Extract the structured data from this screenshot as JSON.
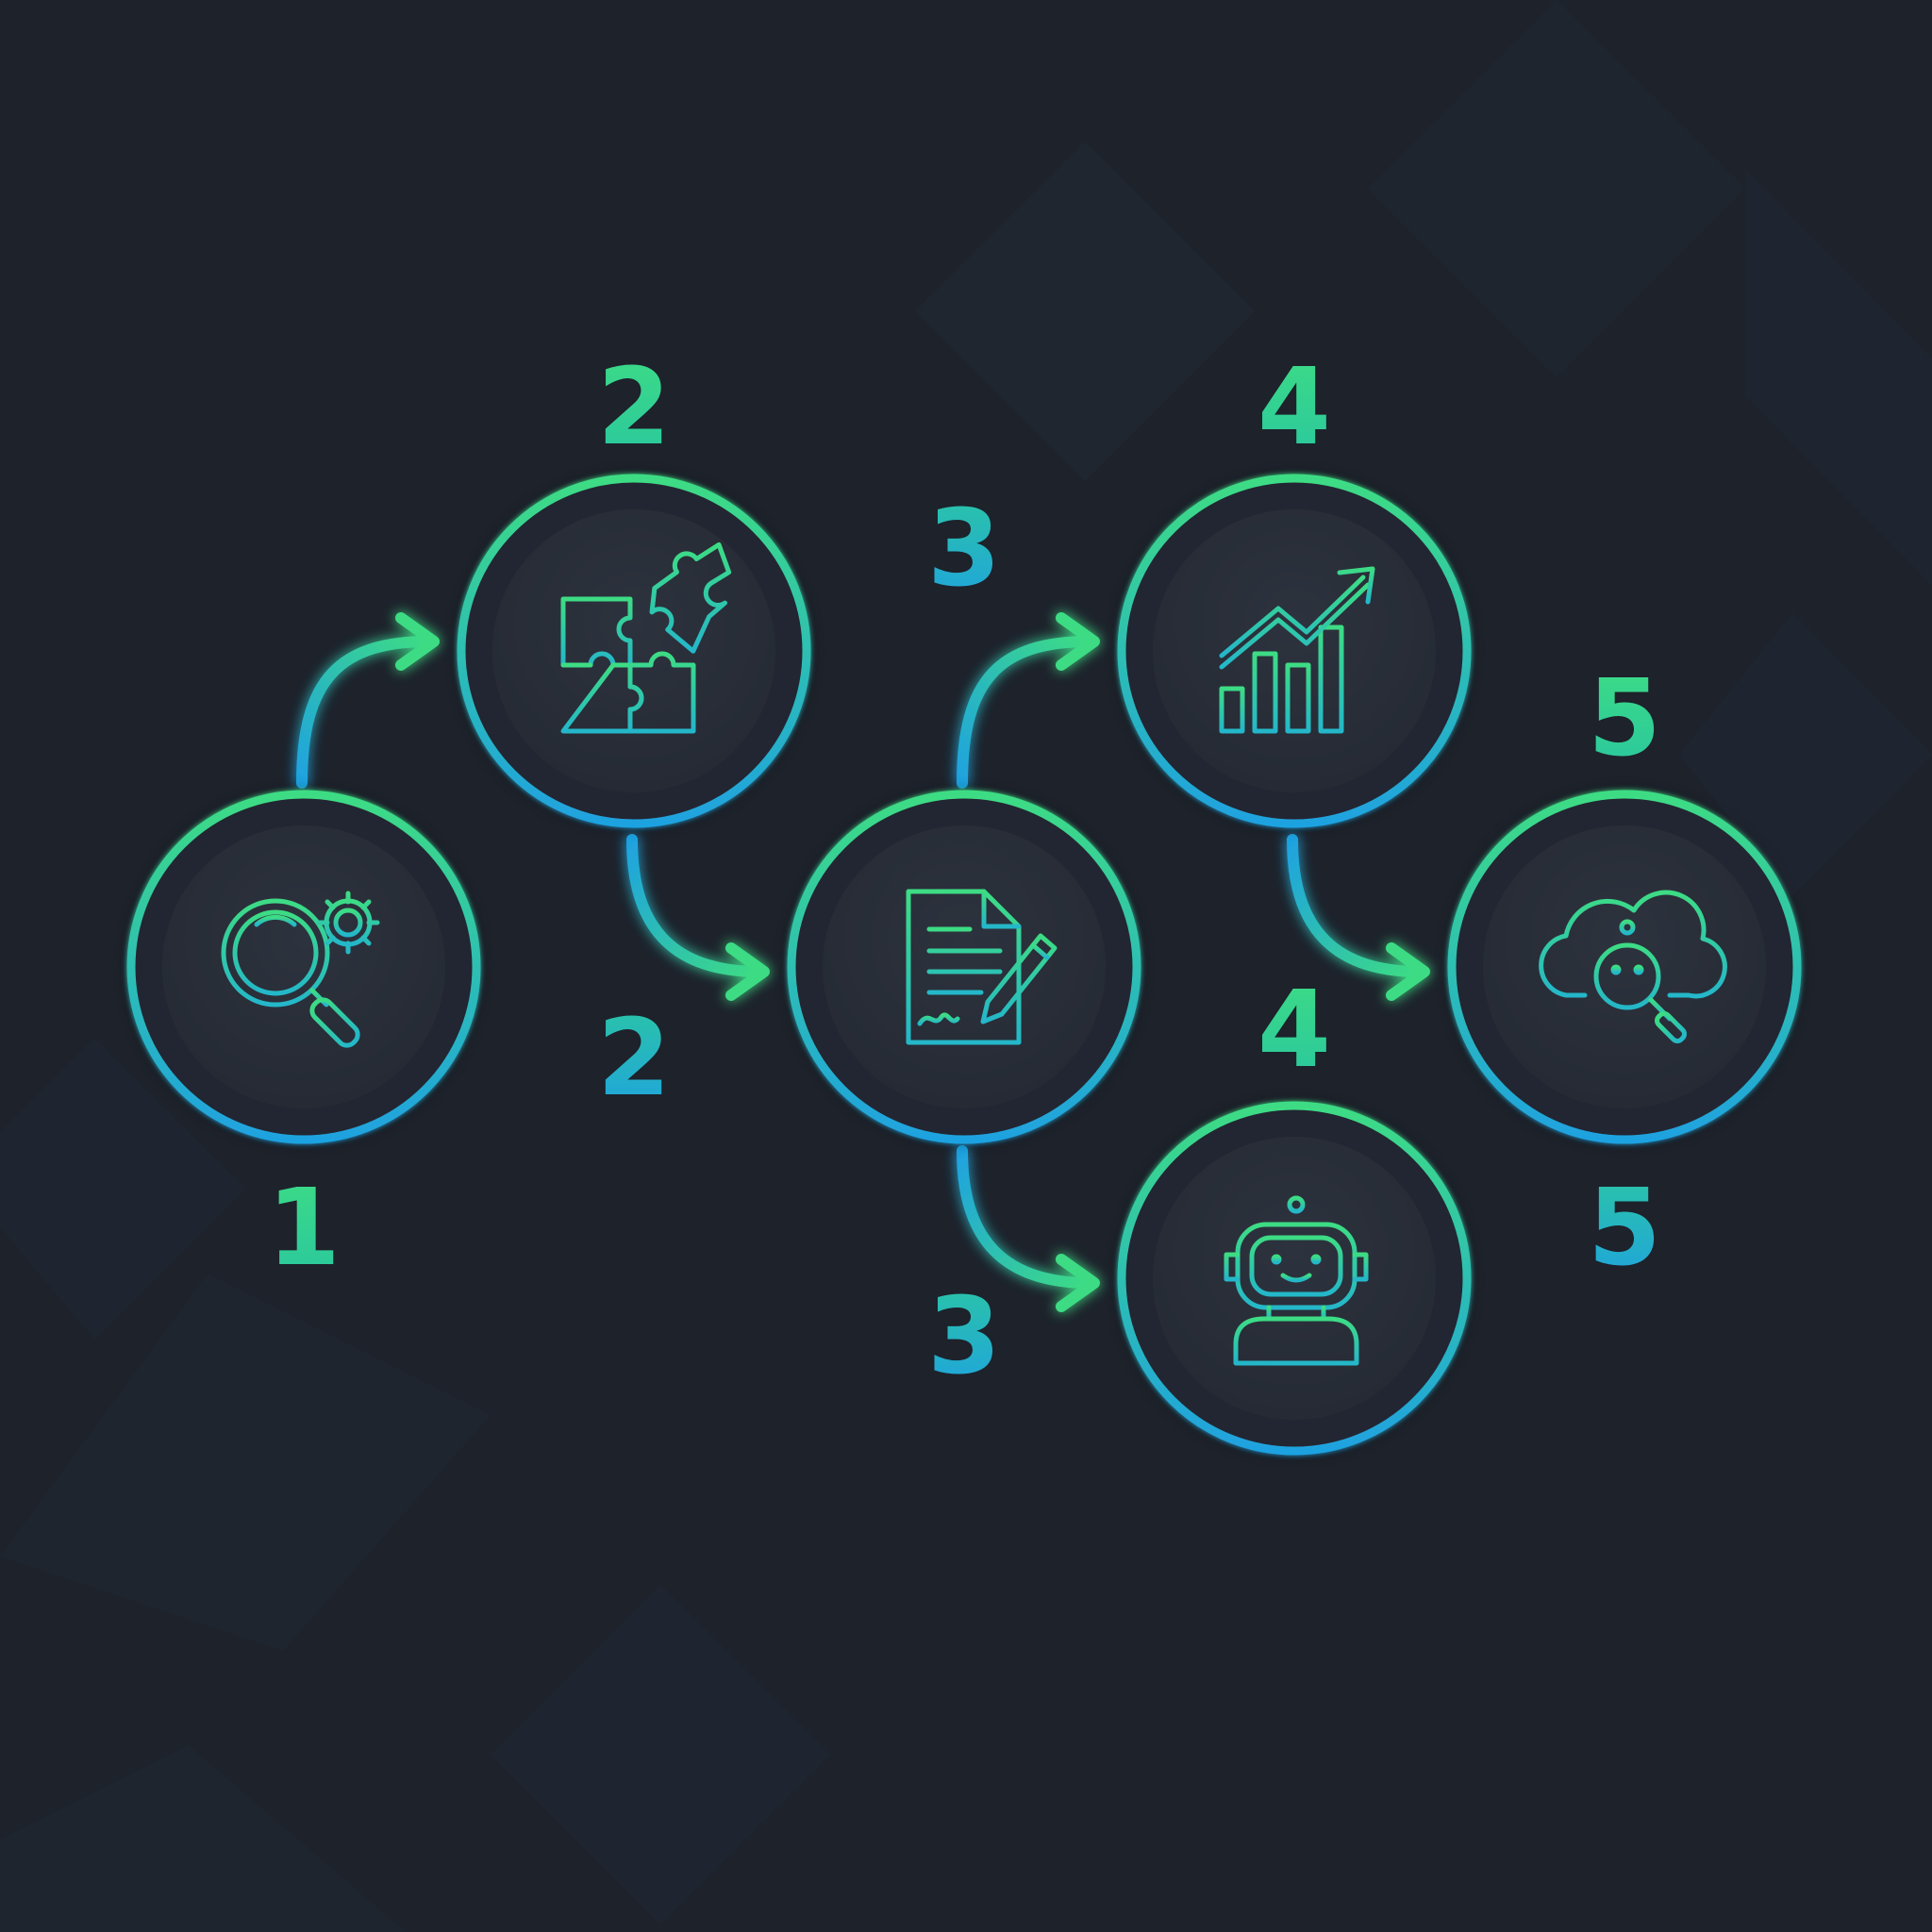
{
  "colors": {
    "background": "#1d222b",
    "background_shape": "#232934",
    "accent_green": "#3ddc84",
    "accent_blue": "#1fa2e0",
    "node_fill": "#232832",
    "node_inner": "#2a2f3a"
  },
  "numbers": {
    "n1": "1",
    "n2_top": "2",
    "n2_bottom": "2",
    "n3_top": "3",
    "n3_bottom": "3",
    "n4_top": "4",
    "n4_bottom": "4",
    "n5_top": "5",
    "n5_bottom": "5"
  },
  "nodes": [
    {
      "step": "1",
      "icon": "magnifier-gear-icon"
    },
    {
      "step": "2",
      "icon": "puzzle-icon"
    },
    {
      "step": "3",
      "icon": "document-pen-icon"
    },
    {
      "step": "4",
      "icon": "growth-chart-icon"
    },
    {
      "step": "4",
      "icon": "robot-icon"
    },
    {
      "step": "5",
      "icon": "cloud-robot-search-icon"
    }
  ]
}
